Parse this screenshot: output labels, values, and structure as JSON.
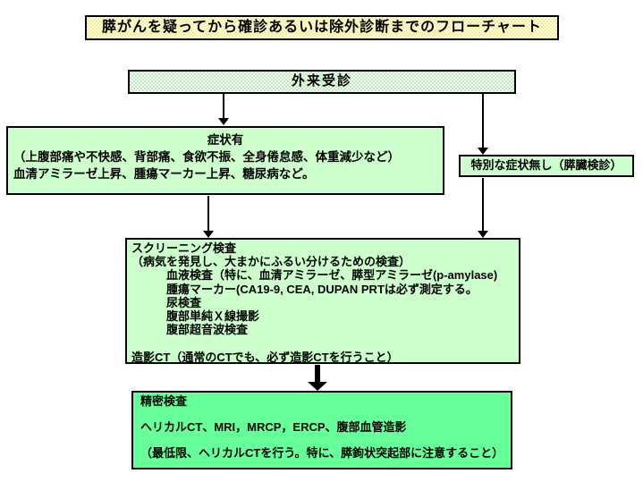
{
  "title": {
    "text": "膵がんを疑ってから確診あるいは除外診断までのフローチャート"
  },
  "outpatient": {
    "label": "外来受診"
  },
  "symptomatic": {
    "lines": [
      "症状有",
      "（上腹部痛や不快感、背部痛、食欲不振、全身倦怠感、体重減少など）",
      "血清アミラーゼ上昇、腫瘍マーカー上昇、糖尿病など。"
    ]
  },
  "no_symptoms": {
    "label": "特別な症状無し（膵臓検診）"
  },
  "screening": {
    "lines": [
      "スクリーニング検査",
      "（病気を発見し、大まかにふるい分けるための検査）",
      "　　　血液検査（特に、血清アミラーゼ、膵型アミラーゼ(p-amylase)",
      "　　　腫瘍マーカー(CA19-9, CEA, DUPAN PRTは必ず測定する。",
      "　　　尿検査",
      "　　　腹部単純Ｘ線撮影",
      "　　　腹部超音波検査",
      "",
      "造影CT（通常のCTでも、必ず造影CTを行うこと）"
    ]
  },
  "detailed": {
    "lines": [
      "精密検査",
      "",
      "ヘリカルCT、MRI，MRCP，ERCP、腹部血管造影",
      "",
      "（最低限、ヘリカルCTを行う。特に、膵鉤状突起部に注意すること）"
    ]
  },
  "colors": {
    "pale_yellow": "#ffffcc",
    "light_green": "#ccffcc",
    "bright_green": "#66ff99",
    "line": "#000000"
  }
}
